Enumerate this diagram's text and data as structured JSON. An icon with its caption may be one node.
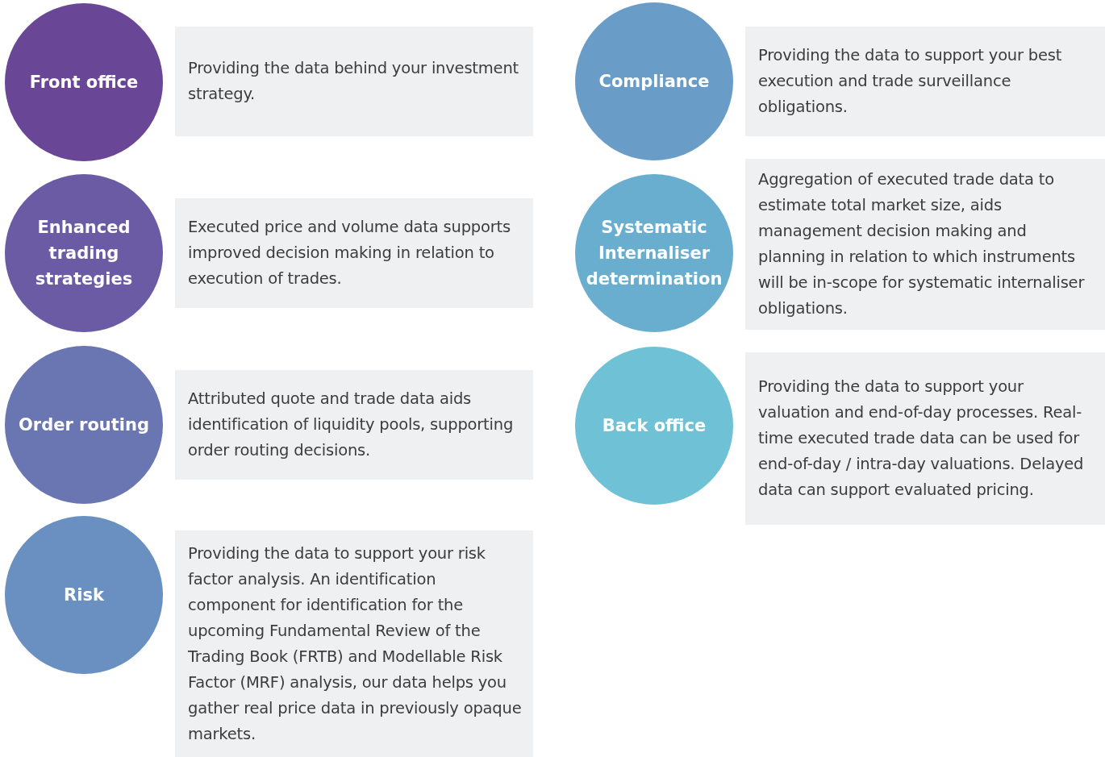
{
  "diagram": {
    "nodes": [
      {
        "text": [
          "Front office"
        ]
      },
      {
        "text": [
          "Providing the data behind your investment strategy."
        ]
      },
      {
        "text": [
          "Enhanced trading strategies"
        ]
      },
      {
        "text": [
          "Executed price and volume data supports improved decision making in relation to execution of trades."
        ]
      },
      {
        "text": [
          "Order routing"
        ]
      },
      {
        "text": [
          "Attributed quote and trade data aids identification of liquidity pools, supporting order routing decisions."
        ]
      },
      {
        "text": [
          "Risk"
        ]
      },
      {
        "text": [
          "Providing the data to support your risk factor analysis. An identification component for identification for the upcoming Fundamental Review of the Trading Book (FRTB) and Modellable Risk Factor (MRF) analysis, our data helps you gather real price data in previously opaque markets."
        ]
      },
      {
        "text": [
          "Compliance"
        ]
      },
      {
        "text": [
          "Providing the data to support your best execution and trade surveillance obligations."
        ]
      },
      {
        "text": [
          "Systematic Internaliser determination"
        ]
      },
      {
        "text": [
          "Aggregation of executed trade data to estimate total market size, aids management decision making and planning in relation to which instruments will be in-scope for systematic internaliser obligations."
        ]
      },
      {
        "text": [
          "Back office"
        ]
      },
      {
        "text": [
          "Providing the data to support your valuation and end-of-day processes. Real-time executed trade data can be used for end-of-day / intra-day valuations. Delayed data can support evaluated pricing."
        ]
      }
    ]
  }
}
